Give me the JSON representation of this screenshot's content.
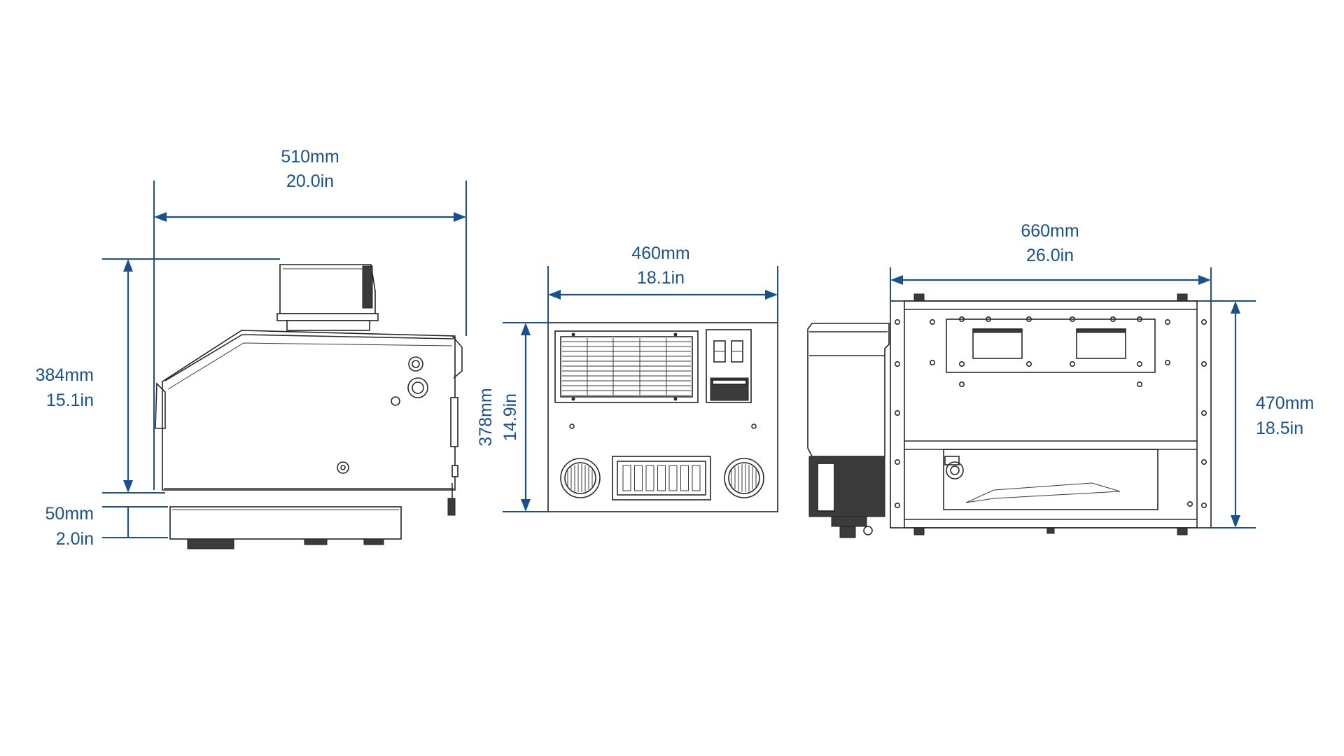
{
  "views": {
    "side": {
      "width": {
        "mm": "510mm",
        "inch": "20.0in"
      },
      "height": {
        "mm": "384mm",
        "inch": "15.1in"
      },
      "base": {
        "mm": "50mm",
        "inch": "2.0in"
      }
    },
    "front": {
      "width": {
        "mm": "460mm",
        "inch": "18.1in"
      },
      "height": {
        "mm": "378mm",
        "inch": "14.9in"
      }
    },
    "top": {
      "width": {
        "mm": "660mm",
        "inch": "26.0in"
      },
      "height": {
        "mm": "470mm",
        "inch": "18.5in"
      }
    }
  },
  "colors": {
    "dimension": "#1a5189",
    "drawing": "#2a2a2a",
    "background": "#ffffff"
  }
}
